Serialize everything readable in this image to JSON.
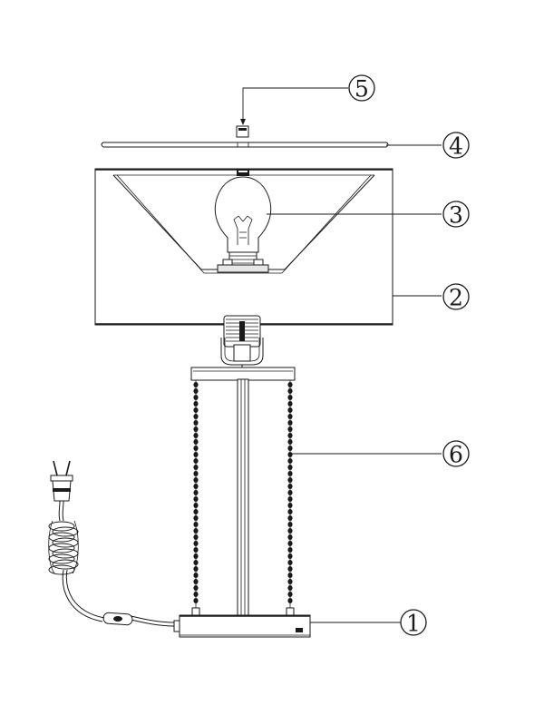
{
  "callouts": [
    {
      "id": "base",
      "label": "1"
    },
    {
      "id": "shade",
      "label": "2"
    },
    {
      "id": "bulb",
      "label": "3"
    },
    {
      "id": "top-ring",
      "label": "4"
    },
    {
      "id": "finial",
      "label": "5"
    },
    {
      "id": "column",
      "label": "6"
    }
  ],
  "colors": {
    "line": "#1a1a1a",
    "background": "#ffffff"
  }
}
